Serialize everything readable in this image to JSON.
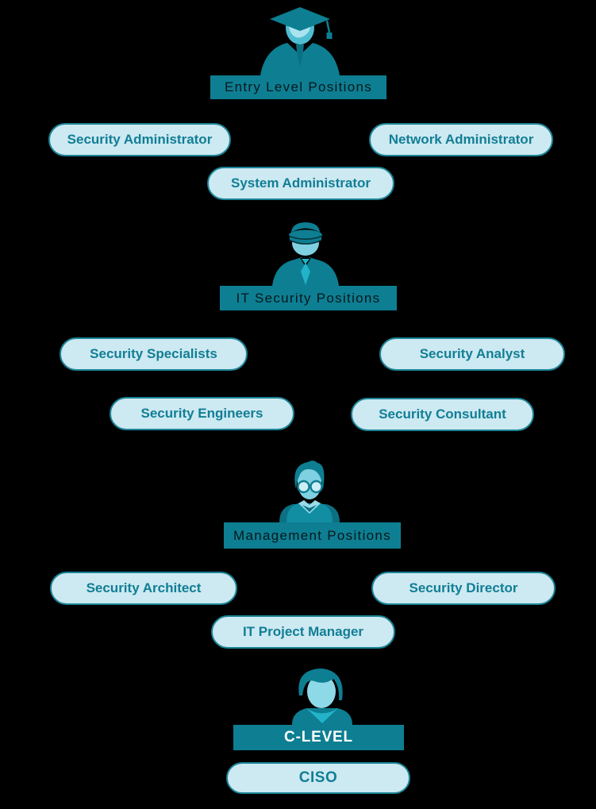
{
  "colors": {
    "background": "#000000",
    "teal_primary": "#0e7e92",
    "teal_dark": "#0c7083",
    "face_light_blue": "#7fd0e0",
    "bright_cyan": "#22b3c9",
    "pill_fill": "#cde9f1",
    "pill_border": "#1b8496",
    "pill_text": "#117e95",
    "banner_text_dark": "#05181c",
    "banner_text_clevel": "#ffffff"
  },
  "sections": [
    {
      "id": "entry-level",
      "icon": "graduate-person-icon",
      "banner": "Entry Level Positions",
      "pills": [
        "Security Administrator",
        "Network Administrator",
        "System Administrator"
      ]
    },
    {
      "id": "it-security",
      "icon": "police-officer-icon",
      "banner": "IT Security Positions",
      "pills": [
        "Security Specialists",
        "Security Analyst",
        "Security Engineers",
        "Security Consultant"
      ]
    },
    {
      "id": "management",
      "icon": "manager-glasses-icon",
      "banner": "Management Positions",
      "pills": [
        "Security Architect",
        "Security Director",
        "IT Project Manager"
      ]
    },
    {
      "id": "c-level",
      "icon": "executive-person-icon",
      "banner": "C-LEVEL",
      "pills": [
        "CISO"
      ]
    }
  ]
}
